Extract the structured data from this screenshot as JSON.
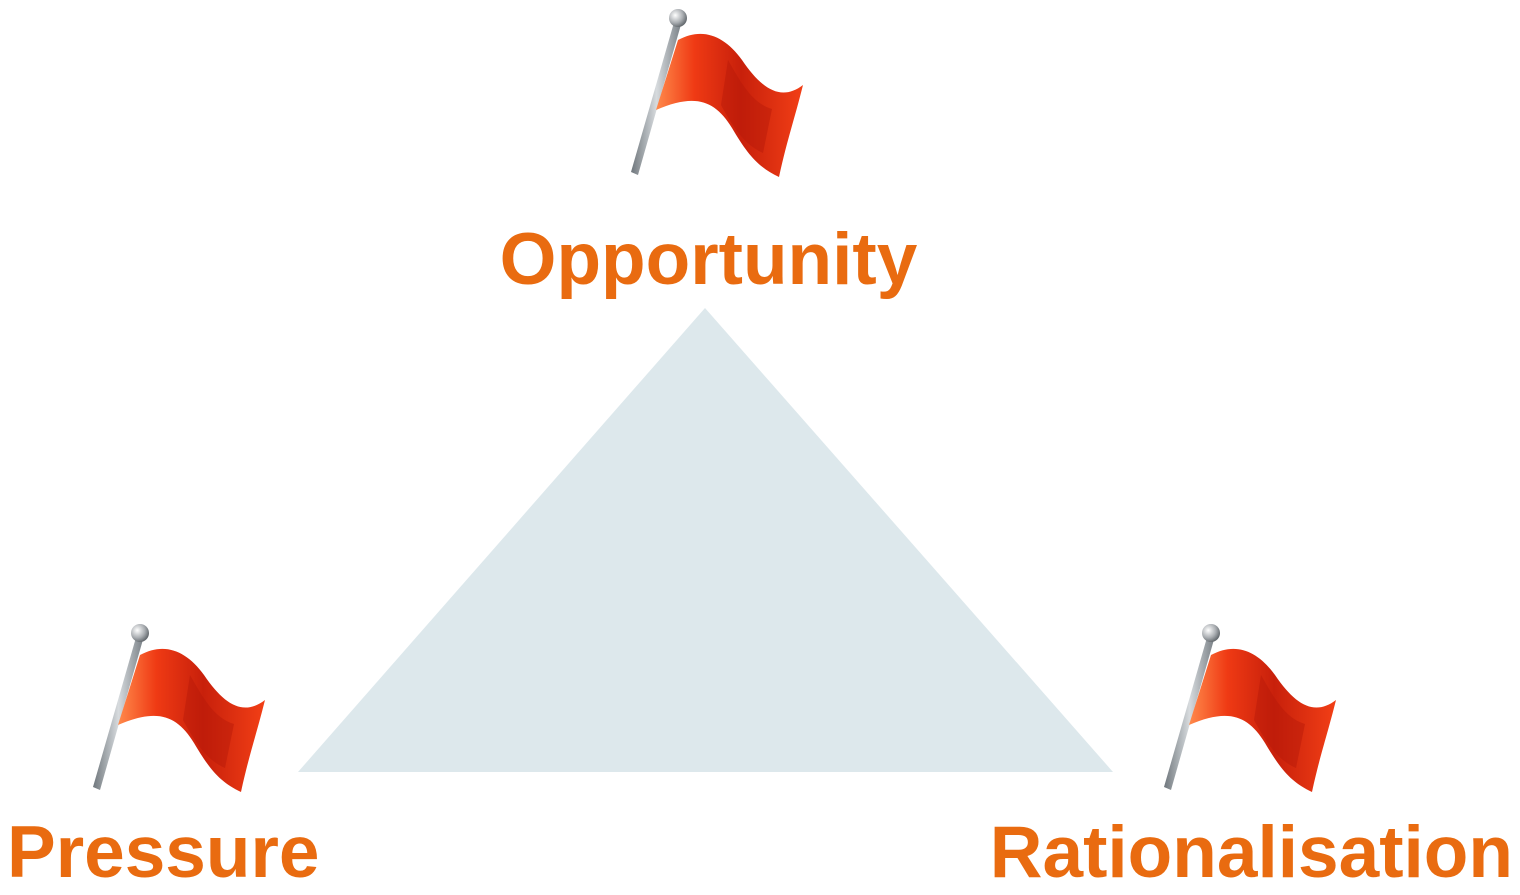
{
  "labels": {
    "opportunity": "Opportunity",
    "pressure": "Pressure",
    "rationalisation": "Rationalisation"
  },
  "colors": {
    "label_text": "#e96b10",
    "triangle_fill": "#dde8ec",
    "flag_red": "#ef3a14",
    "flag_highlight": "#ff8a4b",
    "flag_shadow": "#b51908",
    "pole": "#8e949a"
  },
  "icons": {
    "top": "red-flag-icon",
    "left": "red-flag-icon",
    "right": "red-flag-icon"
  }
}
